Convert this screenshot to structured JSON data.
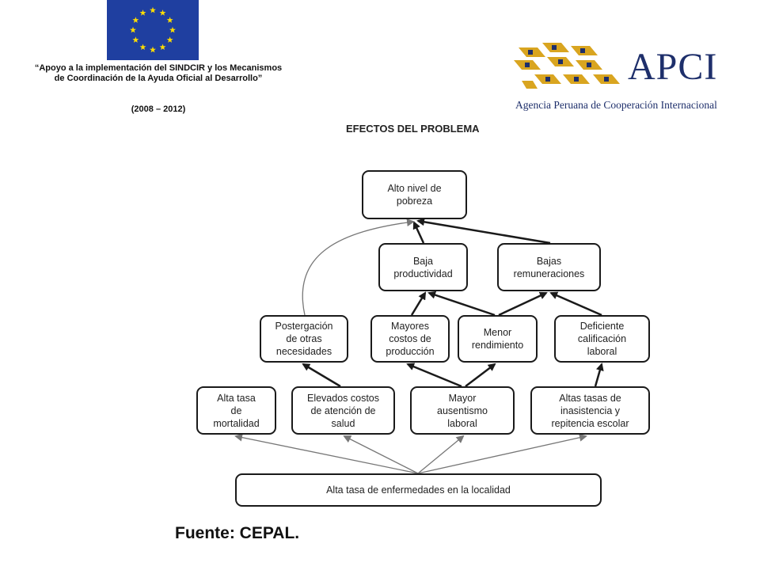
{
  "header": {
    "project_title": "“Apoyo  a la implementación del SINDCIR y los Mecanismos de Coordinación de la Ayuda Oficial al Desarrollo”",
    "project_years": "(2008 – 2012)"
  },
  "apci": {
    "acronym": "APCI",
    "full_name": "Agencia Peruana de Cooperación Internacional"
  },
  "colors": {
    "eu_blue": "#1f3fa0",
    "eu_star": "#ffdd00",
    "apci_gold": "#d9a520",
    "apci_navy": "#1e2f6b"
  },
  "diagram": {
    "title": "EFECTOS DEL PROBLEMA",
    "nodes": {
      "n1": "Alto nivel de\npobreza",
      "n2": "Baja\nproductividad",
      "n3": "Bajas\nremuneraciones",
      "n4": "Postergación\nde otras\nnecesidades",
      "n5": "Mayores\ncostos de\nproducción",
      "n6": "Menor\nrendimiento",
      "n7": "Deficiente\ncalificación\nlaboral",
      "n8": "Alta tasa\nde\nmortalidad",
      "n9": "Elevados costos\nde atención de\nsalud",
      "n10": "Mayor\nausentismo\nlaboral",
      "n11": "Altas tasas de\ninasistencia y\nrepitencia escolar",
      "n12": "Alta tasa de enfermedades en la localidad"
    }
  },
  "source": "Fuente: CEPAL."
}
